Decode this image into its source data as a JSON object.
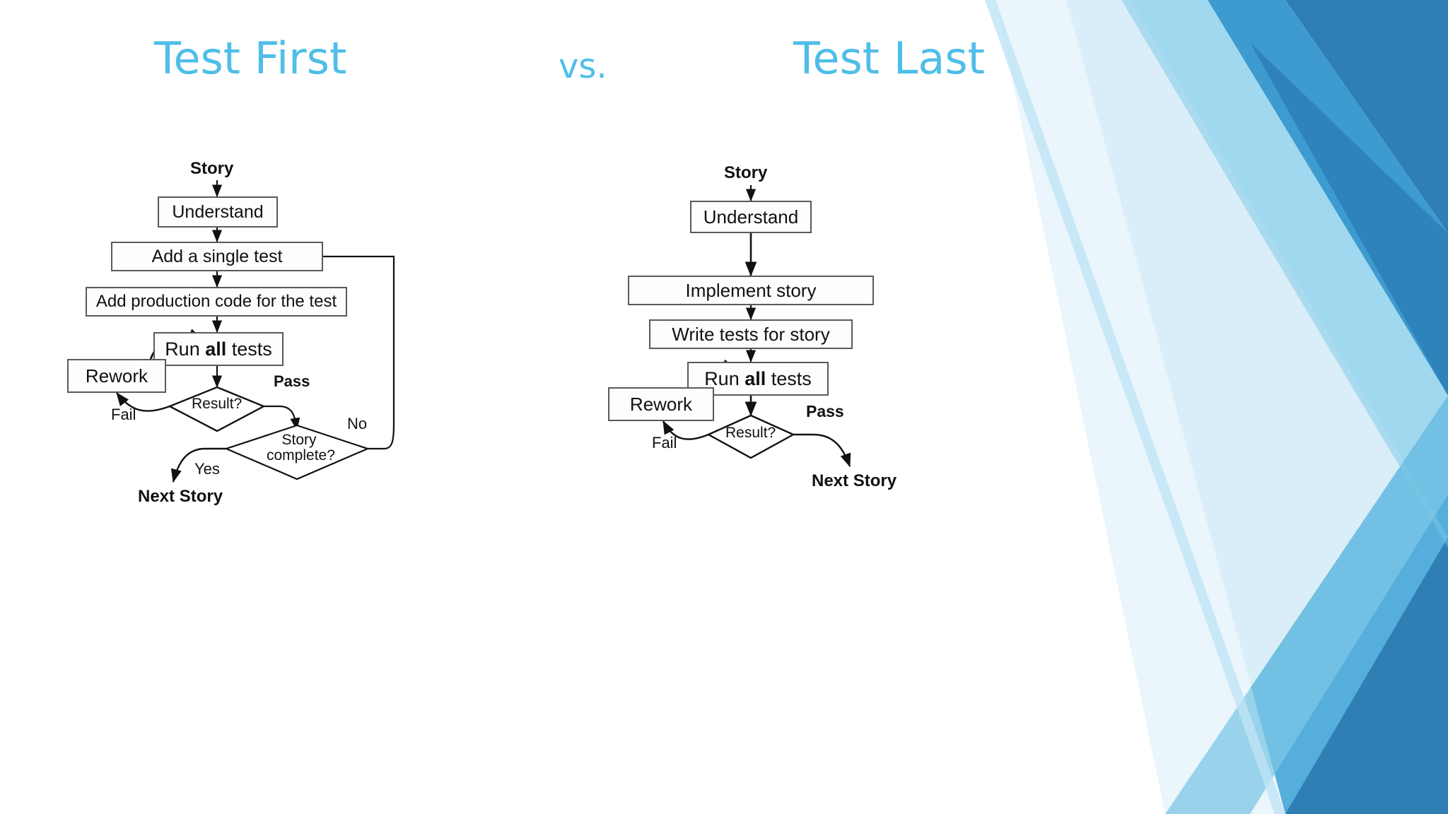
{
  "slide": {
    "background_color": "#ffffff",
    "accent_color": "#4FBEE8",
    "title": {
      "left": "Test First",
      "middle": "vs.",
      "right": "Test Last"
    }
  },
  "charts": [
    {
      "id": "test-first",
      "name": "Test First flowchart",
      "nodes": [
        {
          "id": "story",
          "shape": "text",
          "label": "Story"
        },
        {
          "id": "understand",
          "shape": "process",
          "label": "Understand"
        },
        {
          "id": "add-test",
          "shape": "process",
          "label": "Add a single test"
        },
        {
          "id": "add-code",
          "shape": "process",
          "label": "Add production code for the test"
        },
        {
          "id": "run-tests",
          "shape": "process",
          "label": "Run all tests",
          "bold_word": "all"
        },
        {
          "id": "rework",
          "shape": "process",
          "label": "Rework"
        },
        {
          "id": "result",
          "shape": "decision",
          "label": "Result?"
        },
        {
          "id": "complete",
          "shape": "decision",
          "label": "Story complete?"
        },
        {
          "id": "next-story",
          "shape": "text",
          "label": "Next Story"
        }
      ],
      "edge_labels": [
        {
          "id": "pass",
          "label": "Pass",
          "bold": true
        },
        {
          "id": "fail",
          "label": "Fail",
          "bold": false
        },
        {
          "id": "yes",
          "label": "Yes",
          "bold": false
        },
        {
          "id": "no",
          "label": "No",
          "bold": false
        }
      ]
    },
    {
      "id": "test-last",
      "name": "Test Last flowchart",
      "nodes": [
        {
          "id": "story",
          "shape": "text",
          "label": "Story"
        },
        {
          "id": "understand",
          "shape": "process",
          "label": "Understand"
        },
        {
          "id": "implement",
          "shape": "process",
          "label": "Implement story"
        },
        {
          "id": "write-tests",
          "shape": "process",
          "label": "Write tests for story"
        },
        {
          "id": "run-tests",
          "shape": "process",
          "label": "Run all tests",
          "bold_word": "all"
        },
        {
          "id": "rework",
          "shape": "process",
          "label": "Rework"
        },
        {
          "id": "result",
          "shape": "decision",
          "label": "Result?"
        },
        {
          "id": "next-story",
          "shape": "text",
          "label": "Next Story"
        }
      ],
      "edge_labels": [
        {
          "id": "pass",
          "label": "Pass",
          "bold": true
        },
        {
          "id": "fail",
          "label": "Fail",
          "bold": false
        }
      ]
    }
  ]
}
